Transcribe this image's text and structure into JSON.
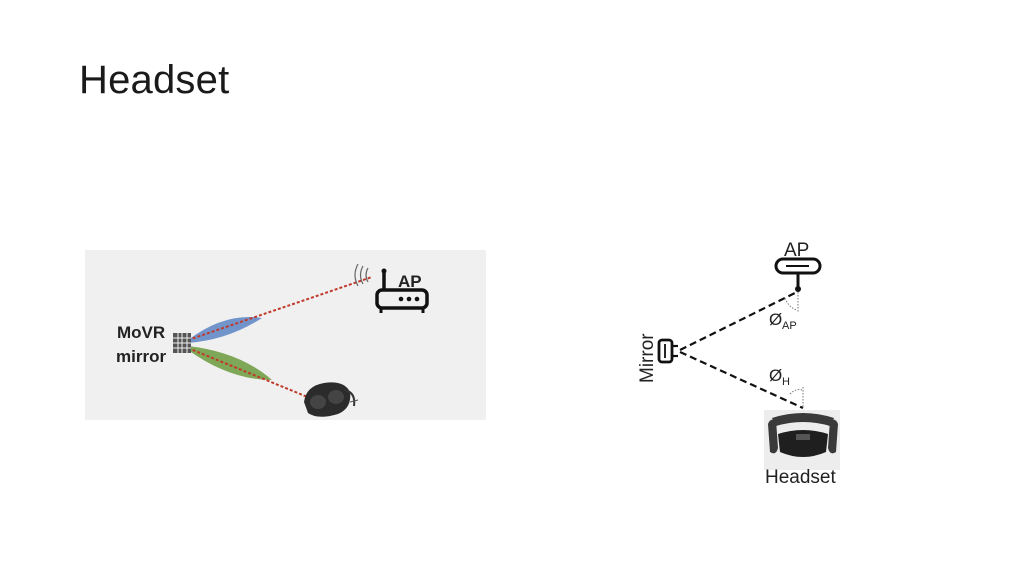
{
  "slide": {
    "title": "Headset"
  },
  "left_diagram": {
    "mirror_label_line1": "MoVR",
    "mirror_label_line2": "mirror",
    "ap_label": "AP",
    "colors": {
      "background": "#f0f0f0",
      "beam_to_ap": "#5b84c4",
      "beam_to_headset": "#6a9a3c",
      "ray": "#c0392b"
    }
  },
  "right_diagram": {
    "ap_label": "AP",
    "mirror_label": "Mirror",
    "headset_label": "Headset",
    "angle_ap_symbol": "Ø",
    "angle_ap_sub": "AP",
    "angle_h_symbol": "Ø",
    "angle_h_sub": "H"
  }
}
